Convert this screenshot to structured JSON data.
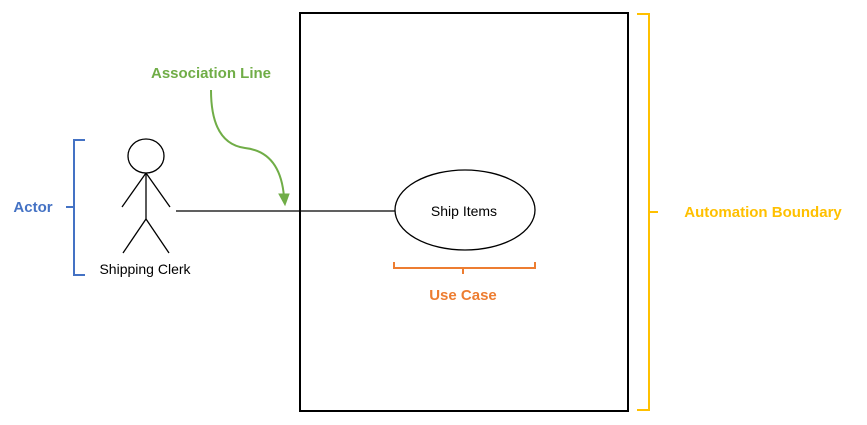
{
  "diagram": {
    "actor": {
      "name": "Shipping Clerk"
    },
    "use_case": {
      "name": "Ship Items"
    },
    "annotations": {
      "actor": "Actor",
      "association_line": "Association Line",
      "use_case": "Use Case",
      "automation_boundary": "Automation Boundary"
    }
  },
  "colors": {
    "actor_annotation": "#4472c4",
    "association_annotation": "#70ad47",
    "use_case_annotation": "#ed7d31",
    "boundary_annotation": "#ffc000",
    "diagram_lines": "#000000"
  }
}
